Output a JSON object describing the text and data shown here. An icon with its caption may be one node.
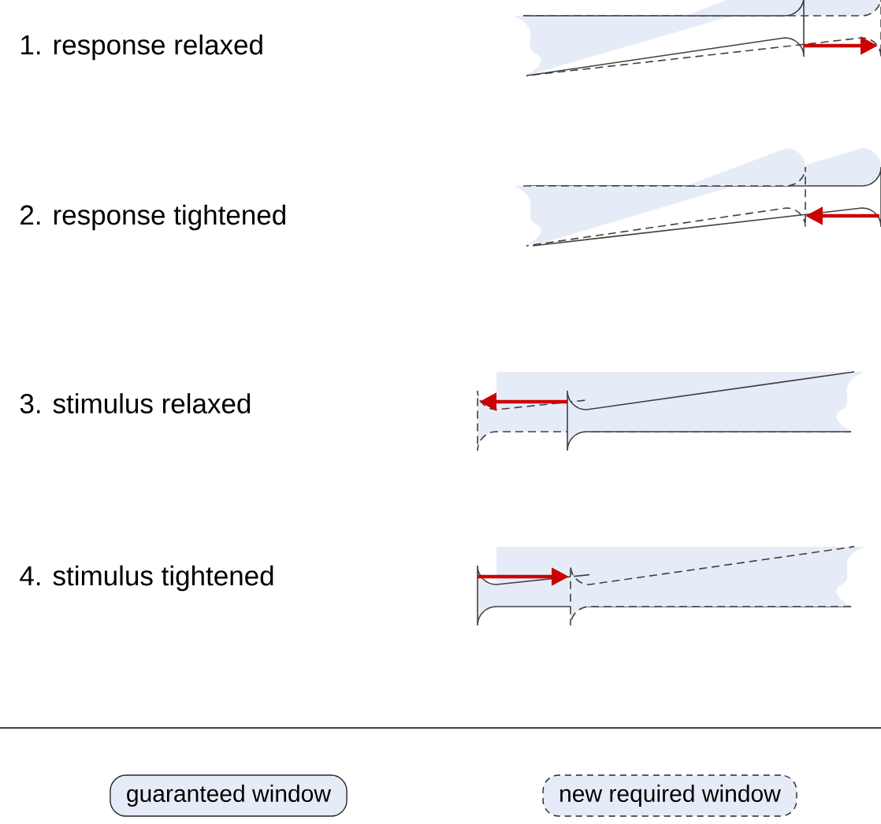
{
  "diagram": {
    "labels": [
      "1. response relaxed",
      "2. response tightened",
      "3. stimulus relaxed",
      "4. stimulus tightened"
    ],
    "legend": [
      {
        "text": "guaranteed window"
      },
      {
        "text": "new required window"
      }
    ]
  }
}
